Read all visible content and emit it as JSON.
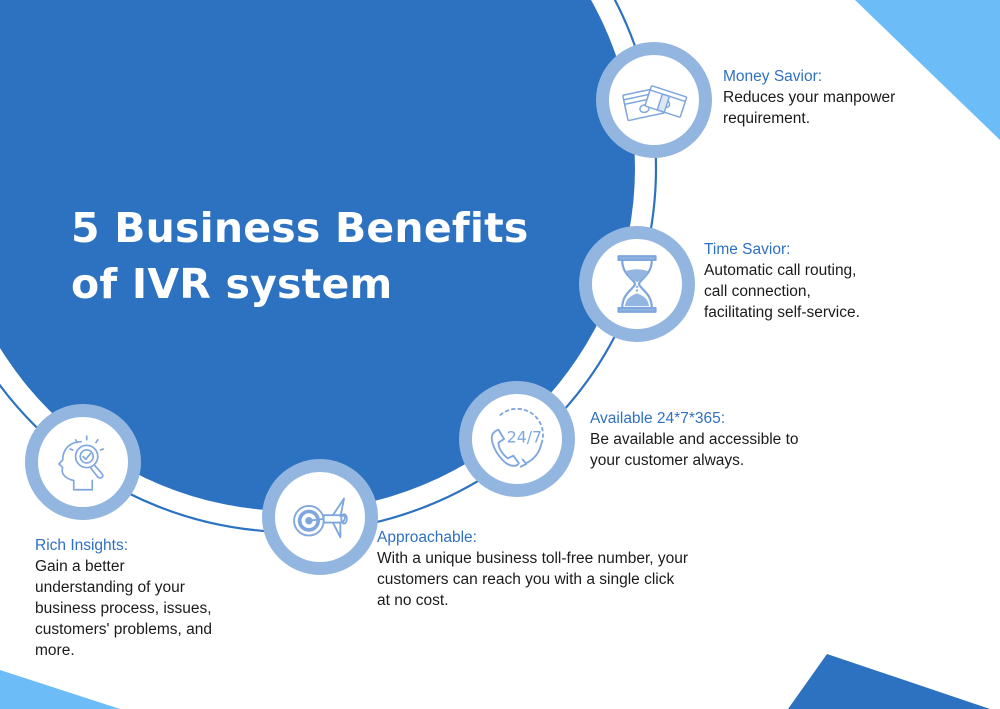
{
  "title": {
    "line1": "5 Business Benefits",
    "line2": "of IVR system"
  },
  "colors": {
    "primary_blue": "#2c72c1",
    "badge_ring": "#93b6e0",
    "corner_light_blue": "#6bbcf7",
    "heading_blue": "#2e71c2",
    "body_text": "#1b1b1b"
  },
  "benefits": [
    {
      "icon": "money-stack-icon",
      "heading": "Money Savior:",
      "desc_lines": [
        "Reduces your manpower",
        "requirement."
      ]
    },
    {
      "icon": "hourglass-icon",
      "heading": "Time Savior:",
      "desc_lines": [
        "Automatic call routing,",
        "call connection,",
        "facilitating self-service."
      ]
    },
    {
      "icon": "phone-24-7-icon",
      "icon_text": "24/7",
      "heading": "Available 24*7*365:",
      "desc_lines": [
        "Be available and accessible to",
        "your customer always."
      ]
    },
    {
      "icon": "target-arrow-icon",
      "heading": "Approachable:",
      "desc_lines": [
        "With a unique business toll-free number, your",
        "customers can reach you with a single click",
        "at no cost."
      ]
    },
    {
      "icon": "head-magnifier-icon",
      "heading": "Rich Insights:",
      "desc_lines": [
        "Gain a better",
        "understanding of your",
        "business process, issues,",
        "customers' problems, and",
        "more."
      ]
    }
  ]
}
